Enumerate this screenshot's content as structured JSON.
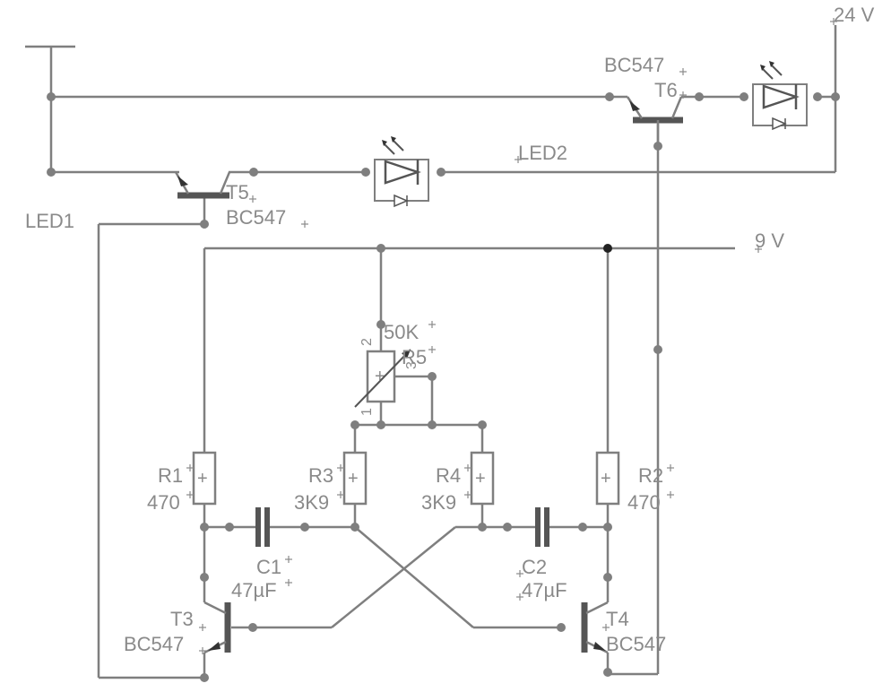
{
  "rails": {
    "v24": "24 V",
    "v9": "9 V"
  },
  "transistors": {
    "t3": {
      "ref": "T3",
      "type": "BC547"
    },
    "t4": {
      "ref": "T4",
      "type": "BC547"
    },
    "t5": {
      "ref": "T5",
      "type": "BC547"
    },
    "t6": {
      "ref": "T6",
      "type": "BC547"
    }
  },
  "resistors": {
    "r1": {
      "ref": "R1",
      "value": "470"
    },
    "r2": {
      "ref": "R2",
      "value": "470"
    },
    "r3": {
      "ref": "R3",
      "value": "3K9"
    },
    "r4": {
      "ref": "R4",
      "value": "3K9"
    }
  },
  "capacitors": {
    "c1": {
      "ref": "C1",
      "value": "47µF"
    },
    "c2": {
      "ref": "C2",
      "value": "47µF"
    }
  },
  "potentiometer": {
    "ref": "R5",
    "value": "50K",
    "pins": [
      "1",
      "2",
      "3"
    ]
  },
  "leds": {
    "led1": "LED1",
    "led2": "LED2"
  },
  "colors": {
    "wire": "#7f7f7f",
    "body": "#555555",
    "text": "#8a8a8a",
    "background": "#ffffff"
  }
}
